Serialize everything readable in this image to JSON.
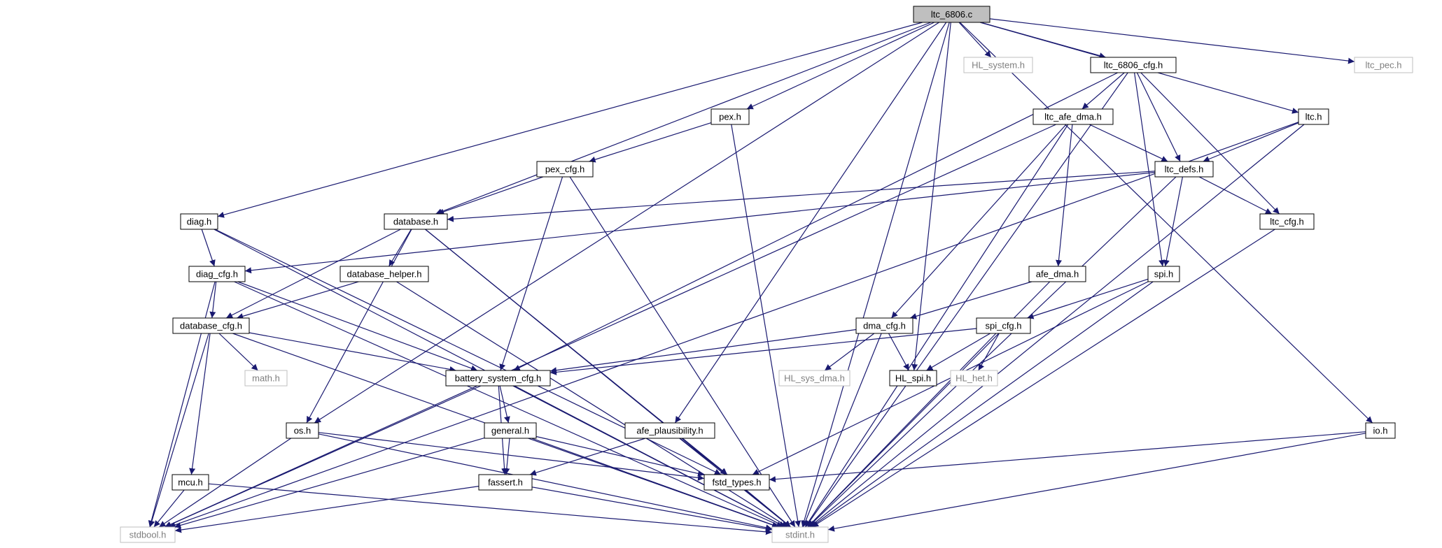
{
  "colors": {
    "edge": "#191970",
    "node_border": "#000000",
    "external_border": "#bfbfbf",
    "root_fill": "#bfbfbf",
    "label": "#000000",
    "external_label": "#7f7f7f"
  },
  "nodes": [
    {
      "id": "ltc_6806_c",
      "label": "ltc_6806.c",
      "kind": "root"
    },
    {
      "id": "hl_system_h",
      "label": "HL_system.h",
      "kind": "external"
    },
    {
      "id": "ltc_6806_cfg_h",
      "label": "ltc_6806_cfg.h",
      "kind": "local"
    },
    {
      "id": "ltc_pec_h",
      "label": "ltc_pec.h",
      "kind": "external"
    },
    {
      "id": "pex_h",
      "label": "pex.h",
      "kind": "local"
    },
    {
      "id": "ltc_afe_dma_h",
      "label": "ltc_afe_dma.h",
      "kind": "local"
    },
    {
      "id": "ltc_h",
      "label": "ltc.h",
      "kind": "local"
    },
    {
      "id": "pex_cfg_h",
      "label": "pex_cfg.h",
      "kind": "local"
    },
    {
      "id": "ltc_defs_h",
      "label": "ltc_defs.h",
      "kind": "local"
    },
    {
      "id": "diag_h",
      "label": "diag.h",
      "kind": "local"
    },
    {
      "id": "database_h",
      "label": "database.h",
      "kind": "local"
    },
    {
      "id": "ltc_cfg_h",
      "label": "ltc_cfg.h",
      "kind": "local"
    },
    {
      "id": "diag_cfg_h",
      "label": "diag_cfg.h",
      "kind": "local"
    },
    {
      "id": "database_helper_h",
      "label": "database_helper.h",
      "kind": "local"
    },
    {
      "id": "afe_dma_h",
      "label": "afe_dma.h",
      "kind": "local"
    },
    {
      "id": "spi_h",
      "label": "spi.h",
      "kind": "local"
    },
    {
      "id": "database_cfg_h",
      "label": "database_cfg.h",
      "kind": "local"
    },
    {
      "id": "dma_cfg_h",
      "label": "dma_cfg.h",
      "kind": "local"
    },
    {
      "id": "spi_cfg_h",
      "label": "spi_cfg.h",
      "kind": "local"
    },
    {
      "id": "math_h",
      "label": "math.h",
      "kind": "external"
    },
    {
      "id": "battery_system_cfg_h",
      "label": "battery_system_cfg.h",
      "kind": "local"
    },
    {
      "id": "hl_sys_dma_h",
      "label": "HL_sys_dma.h",
      "kind": "external"
    },
    {
      "id": "hl_spi_h",
      "label": "HL_spi.h",
      "kind": "local"
    },
    {
      "id": "hl_het_h",
      "label": "HL_het.h",
      "kind": "external"
    },
    {
      "id": "os_h",
      "label": "os.h",
      "kind": "local"
    },
    {
      "id": "general_h",
      "label": "general.h",
      "kind": "local"
    },
    {
      "id": "afe_plausibility_h",
      "label": "afe_plausibility.h",
      "kind": "local"
    },
    {
      "id": "io_h",
      "label": "io.h",
      "kind": "local"
    },
    {
      "id": "mcu_h",
      "label": "mcu.h",
      "kind": "local"
    },
    {
      "id": "fassert_h",
      "label": "fassert.h",
      "kind": "local"
    },
    {
      "id": "fstd_types_h",
      "label": "fstd_types.h",
      "kind": "local"
    },
    {
      "id": "stdbool_h",
      "label": "stdbool.h",
      "kind": "external"
    },
    {
      "id": "stdint_h",
      "label": "stdint.h",
      "kind": "external"
    }
  ],
  "edges": [
    [
      "ltc_6806_c",
      "hl_system_h"
    ],
    [
      "ltc_6806_c",
      "ltc_6806_cfg_h"
    ],
    [
      "ltc_6806_c",
      "ltc_pec_h"
    ],
    [
      "ltc_6806_c",
      "pex_h"
    ],
    [
      "ltc_6806_c",
      "ltc_h"
    ],
    [
      "ltc_6806_c",
      "diag_h"
    ],
    [
      "ltc_6806_c",
      "database_h"
    ],
    [
      "ltc_6806_c",
      "os_h"
    ],
    [
      "ltc_6806_c",
      "afe_plausibility_h"
    ],
    [
      "ltc_6806_c",
      "hl_spi_h"
    ],
    [
      "ltc_6806_c",
      "io_h"
    ],
    [
      "ltc_6806_c",
      "stdint_h"
    ],
    [
      "ltc_6806_cfg_h",
      "ltc_afe_dma_h"
    ],
    [
      "ltc_6806_cfg_h",
      "ltc_defs_h"
    ],
    [
      "ltc_6806_cfg_h",
      "ltc_cfg_h"
    ],
    [
      "ltc_6806_cfg_h",
      "spi_h"
    ],
    [
      "ltc_6806_cfg_h",
      "battery_system_cfg_h"
    ],
    [
      "ltc_6806_cfg_h",
      "stdint_h"
    ],
    [
      "pex_h",
      "pex_cfg_h"
    ],
    [
      "pex_h",
      "stdint_h"
    ],
    [
      "ltc_afe_dma_h",
      "ltc_defs_h"
    ],
    [
      "ltc_afe_dma_h",
      "afe_dma_h"
    ],
    [
      "ltc_afe_dma_h",
      "dma_cfg_h"
    ],
    [
      "ltc_afe_dma_h",
      "stdbool_h"
    ],
    [
      "ltc_afe_dma_h",
      "stdint_h"
    ],
    [
      "ltc_h",
      "ltc_defs_h"
    ],
    [
      "ltc_h",
      "stdbool_h"
    ],
    [
      "ltc_h",
      "stdint_h"
    ],
    [
      "pex_cfg_h",
      "database_h"
    ],
    [
      "pex_cfg_h",
      "battery_system_cfg_h"
    ],
    [
      "pex_cfg_h",
      "stdint_h"
    ],
    [
      "ltc_defs_h",
      "database_h"
    ],
    [
      "ltc_defs_h",
      "ltc_cfg_h"
    ],
    [
      "ltc_defs_h",
      "spi_h"
    ],
    [
      "ltc_defs_h",
      "diag_cfg_h"
    ],
    [
      "ltc_defs_h",
      "stdint_h"
    ],
    [
      "diag_h",
      "diag_cfg_h"
    ],
    [
      "diag_h",
      "fstd_types_h"
    ],
    [
      "diag_h",
      "stdint_h"
    ],
    [
      "database_h",
      "database_helper_h"
    ],
    [
      "database_h",
      "database_cfg_h"
    ],
    [
      "database_h",
      "os_h"
    ],
    [
      "database_h",
      "fstd_types_h"
    ],
    [
      "database_h",
      "stdint_h"
    ],
    [
      "ltc_cfg_h",
      "stdint_h"
    ],
    [
      "diag_cfg_h",
      "database_cfg_h"
    ],
    [
      "diag_cfg_h",
      "battery_system_cfg_h"
    ],
    [
      "diag_cfg_h",
      "stdbool_h"
    ],
    [
      "diag_cfg_h",
      "stdint_h"
    ],
    [
      "database_helper_h",
      "database_cfg_h"
    ],
    [
      "database_helper_h",
      "stdint_h"
    ],
    [
      "afe_dma_h",
      "dma_cfg_h"
    ],
    [
      "afe_dma_h",
      "stdint_h"
    ],
    [
      "spi_h",
      "spi_cfg_h"
    ],
    [
      "spi_h",
      "fstd_types_h"
    ],
    [
      "spi_h",
      "stdint_h"
    ],
    [
      "database_cfg_h",
      "math_h"
    ],
    [
      "database_cfg_h",
      "battery_system_cfg_h"
    ],
    [
      "database_cfg_h",
      "mcu_h"
    ],
    [
      "database_cfg_h",
      "stdbool_h"
    ],
    [
      "database_cfg_h",
      "stdint_h"
    ],
    [
      "dma_cfg_h",
      "battery_system_cfg_h"
    ],
    [
      "dma_cfg_h",
      "hl_sys_dma_h"
    ],
    [
      "dma_cfg_h",
      "hl_spi_h"
    ],
    [
      "dma_cfg_h",
      "stdint_h"
    ],
    [
      "spi_cfg_h",
      "battery_system_cfg_h"
    ],
    [
      "spi_cfg_h",
      "hl_spi_h"
    ],
    [
      "spi_cfg_h",
      "hl_het_h"
    ],
    [
      "spi_cfg_h",
      "stdint_h"
    ],
    [
      "battery_system_cfg_h",
      "general_h"
    ],
    [
      "battery_system_cfg_h",
      "fassert_h"
    ],
    [
      "battery_system_cfg_h",
      "stdbool_h"
    ],
    [
      "battery_system_cfg_h",
      "stdint_h"
    ],
    [
      "os_h",
      "fstd_types_h"
    ],
    [
      "os_h",
      "stdbool_h"
    ],
    [
      "os_h",
      "stdint_h"
    ],
    [
      "general_h",
      "fassert_h"
    ],
    [
      "general_h",
      "fstd_types_h"
    ],
    [
      "general_h",
      "stdbool_h"
    ],
    [
      "general_h",
      "stdint_h"
    ],
    [
      "afe_plausibility_h",
      "fassert_h"
    ],
    [
      "afe_plausibility_h",
      "fstd_types_h"
    ],
    [
      "afe_plausibility_h",
      "stdint_h"
    ],
    [
      "io_h",
      "fstd_types_h"
    ],
    [
      "io_h",
      "stdint_h"
    ],
    [
      "mcu_h",
      "stdbool_h"
    ],
    [
      "mcu_h",
      "stdint_h"
    ],
    [
      "fassert_h",
      "stdbool_h"
    ],
    [
      "fassert_h",
      "stdint_h"
    ],
    [
      "fstd_types_h",
      "stdint_h"
    ]
  ]
}
